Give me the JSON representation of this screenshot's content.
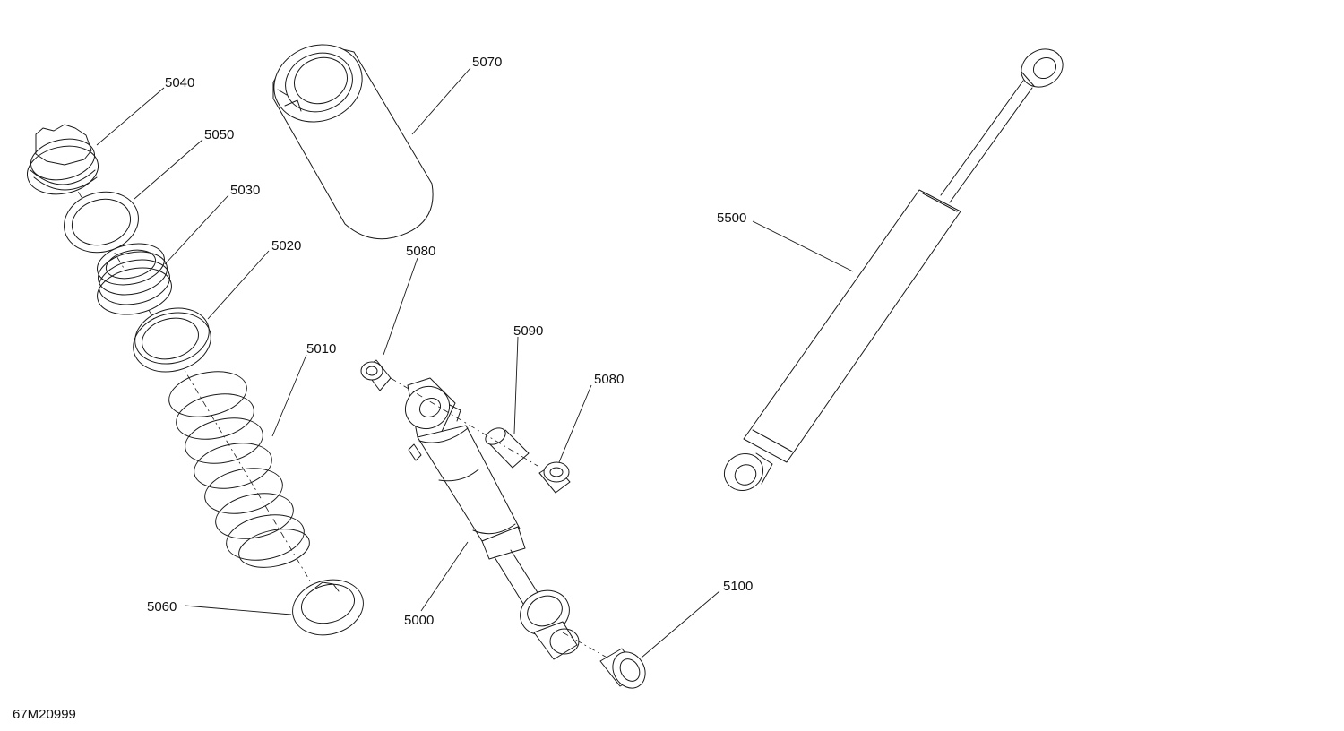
{
  "callouts": {
    "p5040": "5040",
    "p5050": "5050",
    "p5030": "5030",
    "p5020": "5020",
    "p5010": "5010",
    "p5060": "5060",
    "p5070": "5070",
    "p5080a": "5080",
    "p5090": "5090",
    "p5080b": "5080",
    "p5000": "5000",
    "p5100": "5100",
    "p5500": "5500"
  },
  "drawing_reference": "67M20999"
}
